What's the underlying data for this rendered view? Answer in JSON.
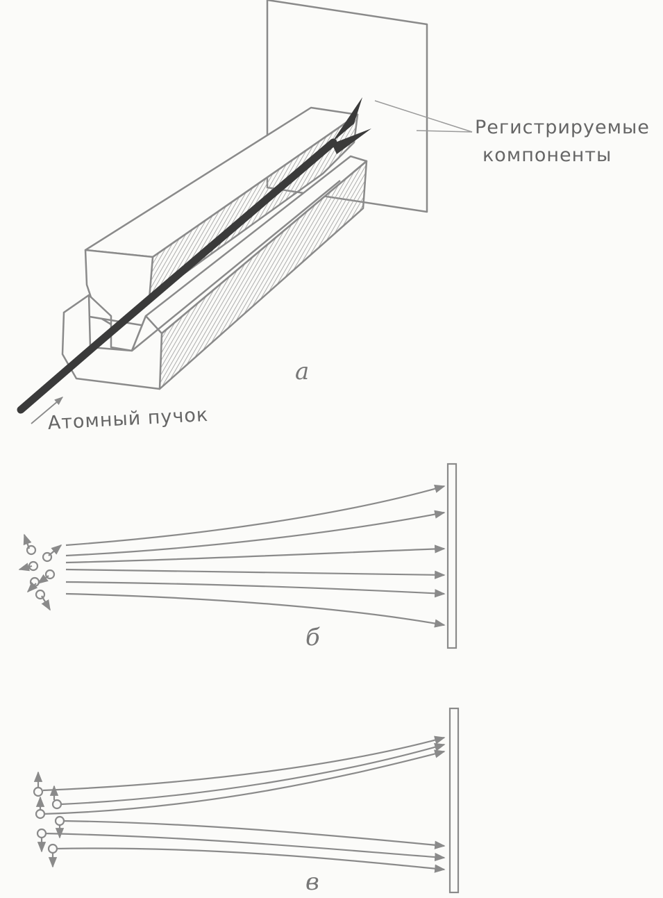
{
  "figure_a": {
    "label": "а",
    "annotation_line1": "Регистрируемые",
    "annotation_line2": "компоненты",
    "beam_label": "Атомный пучок"
  },
  "figure_b": {
    "label": "б"
  },
  "figure_v": {
    "label": "в"
  },
  "colors": {
    "line": "#8a8a8a",
    "dark": "#3a3a3a",
    "paper": "#fbfbf9"
  }
}
